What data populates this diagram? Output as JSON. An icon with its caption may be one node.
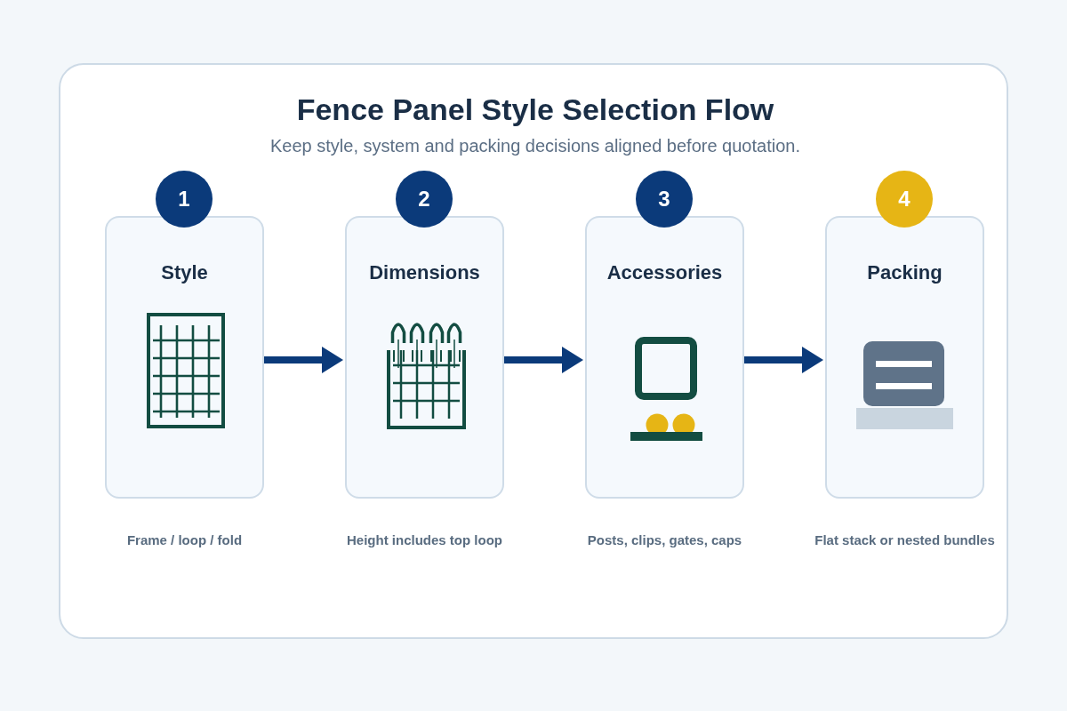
{
  "diagram": {
    "title": "Fence Panel Style Selection Flow",
    "nodes": [
      {
        "text": [
          "1"
        ]
      },
      {
        "text": [
          "Style"
        ],
        "beside": [
          "Frame / loop / fold"
        ]
      },
      {
        "text": [
          "2"
        ]
      },
      {
        "text": [
          "Dimensions"
        ],
        "beside": [
          "Height includes top loop"
        ]
      },
      {
        "text": [
          "3"
        ]
      },
      {
        "text": [
          "Accessories"
        ],
        "beside": [
          "Posts, clips, gates, caps"
        ]
      },
      {
        "text": [
          "4"
        ]
      },
      {
        "text": [
          "Packing"
        ],
        "beside": [
          "Flat stack or nested bundles"
        ]
      }
    ],
    "edges": [
      {
        "from": 1,
        "to": 3,
        "arrow": "to"
      },
      {
        "from": 3,
        "to": 5,
        "arrow": "to"
      },
      {
        "from": 5,
        "to": 7,
        "arrow": "to"
      }
    ],
    "labels": [
      "Keep style, system and packing decisions aligned before quotation."
    ]
  }
}
